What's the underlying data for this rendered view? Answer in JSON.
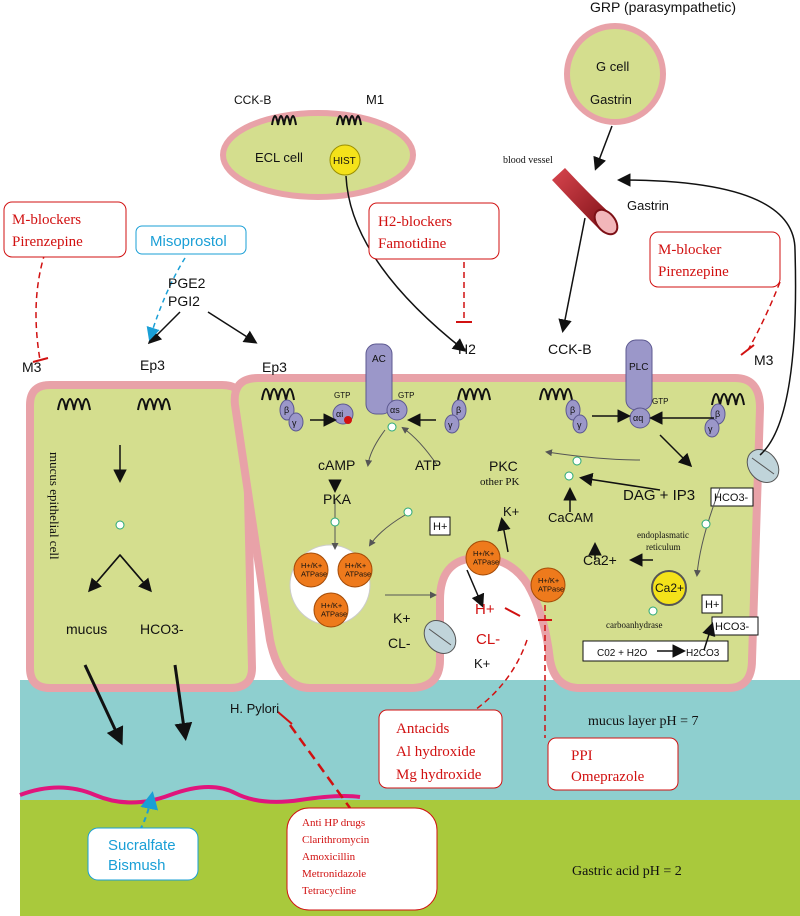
{
  "labels": {
    "grp": "GRP (parasympathetic)",
    "g_cell": "G cell",
    "gastrin_cell": "Gastrin",
    "blood_vessel": "blood vessel",
    "gastrin_vessel": "Gastrin",
    "cckb_ecl": "CCK-B",
    "m1": "M1",
    "ecl_cell": "ECL cell",
    "hist": "HIST",
    "pge2": "PGE2",
    "pgi2": "PGI2",
    "ep3_left": "Ep3",
    "ep3_right": "Ep3",
    "m3_left": "M3",
    "m3_right": "M3",
    "h2": "H2",
    "cckb_receptor": "CCK-B",
    "ac": "AC",
    "plc": "PLC",
    "gtp1": "GTP",
    "gtp2": "GTP",
    "gtp3": "GTP",
    "alpha_i": "αi",
    "alpha_s": "αs",
    "alpha_q": "αq",
    "beta": "β",
    "gamma": "γ",
    "camp": "cAMP",
    "atp": "ATP",
    "pka": "PKA",
    "pkc": "PKC",
    "other_pk": "other PK",
    "dag_ip3": "DAG + IP3",
    "hco3_box": "HCO3-",
    "cacam": "CaCAM",
    "ca2_free": "Ca2+",
    "ca2_er": "Ca2+",
    "er_line1": "endoplasmatic",
    "er_line2": "reticulum",
    "hk_atpase": "H+/K+\nATPase",
    "h_plus_box": "H+",
    "h_plus_box2": "H+",
    "k_plus_top": "K+",
    "k_plus_left": "K+",
    "k_plus_bottom": "K+",
    "cl_left": "CL-",
    "cl_red": "CL-",
    "h_plus_red": "H+",
    "carbo": "carboanhydrase",
    "reaction_left": "C02 + H2O",
    "reaction_right": "H2CO3",
    "hco3_right": "HCO3-",
    "mucus_cell": "mucus epithelial cell",
    "mucus": "mucus",
    "hco3_mucus": "HCO3-",
    "h_pylori": "H. Pylori",
    "mucus_layer": "mucus layer pH = 7",
    "gastric_acid": "Gastric acid pH = 2"
  },
  "drug_boxes": {
    "m_blockers_left": [
      "M-blockers",
      "Pirenzepine"
    ],
    "misoprostol": [
      "Misoprostol"
    ],
    "h2_blockers": [
      "H2-blockers",
      "Famotidine"
    ],
    "m_blocker_right": [
      "M-blocker",
      "Pirenzepine"
    ],
    "antacids": [
      "Antacids",
      "Al  hydroxide",
      "Mg hydroxide"
    ],
    "ppi": [
      "PPI",
      "Omeprazole"
    ],
    "anti_hp": [
      "Anti HP drugs",
      "Clarithromycin",
      "Amoxicillin",
      "Metronidazole",
      "Tetracycline"
    ],
    "sucralfate": [
      "Sucralfate",
      "Bismush"
    ]
  },
  "colors": {
    "cell_fill": "#d4de8e",
    "membrane": "#e8a2a8",
    "mucus_layer": "#8ecfcf",
    "acid": "#a9c93c",
    "drug_red": "#d11111",
    "drug_blue": "#1a9fd6",
    "atpase": "#ee7a1c",
    "receptor_purple": "#9b97c9",
    "hist_yellow": "#f4e21a",
    "vessel": "#b3202a"
  }
}
